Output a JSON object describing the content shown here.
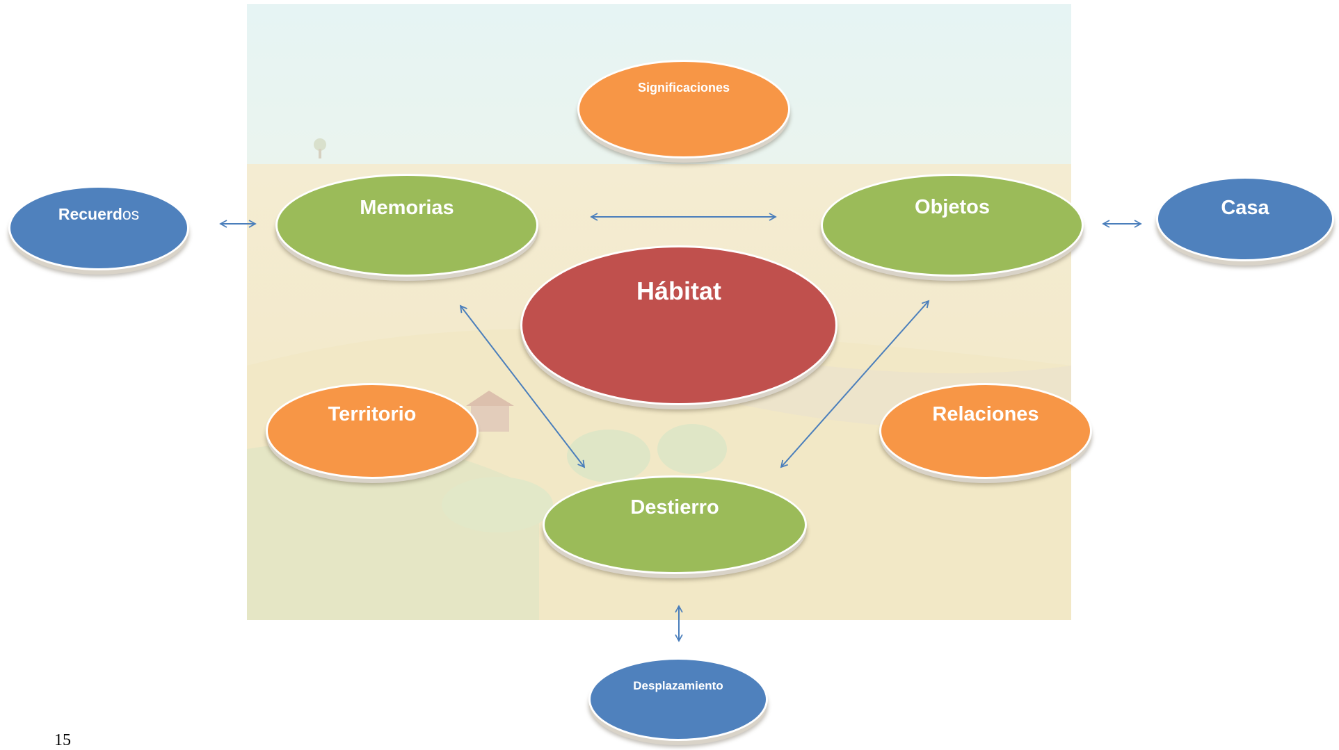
{
  "nodes": {
    "significaciones": "Significaciones",
    "recuerdos_bold": "Recuerd",
    "recuerdos_plain": "os",
    "memorias": "Memorias",
    "objetos": "Objetos",
    "casa": "Casa",
    "habitat": "Hábitat",
    "territorio": "Territorio",
    "relaciones": "Relaciones",
    "destierro": "Destierro",
    "desplazamiento": "Desplazamiento"
  },
  "page_number": "15",
  "colors": {
    "green": "#9bbb59",
    "orange": "#f79646",
    "blue": "#4f81bd",
    "red": "#c0504d",
    "arrow": "#4a7ebb"
  }
}
